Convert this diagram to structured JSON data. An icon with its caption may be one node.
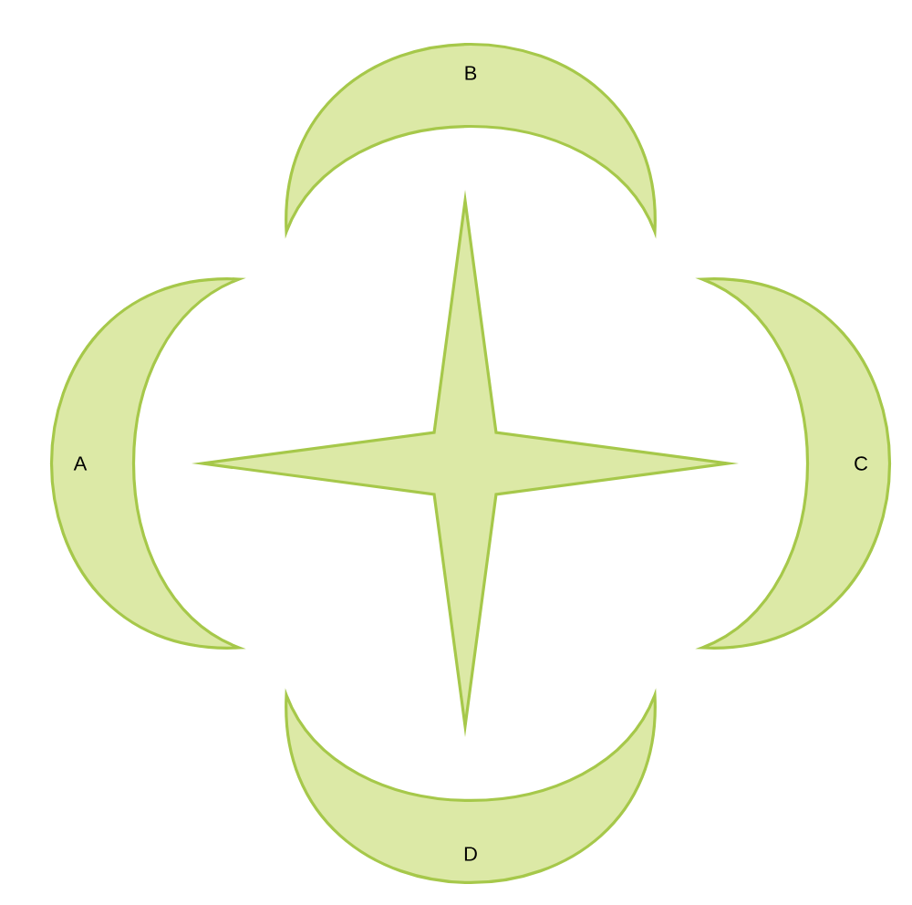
{
  "diagram": {
    "nodes": [
      {
        "text": [
          "B"
        ]
      },
      {
        "text": [
          "A"
        ]
      },
      {
        "text": [
          "C"
        ]
      },
      {
        "text": [
          "D"
        ]
      },
      {
        "text": [],
        "shape": "star"
      }
    ]
  }
}
